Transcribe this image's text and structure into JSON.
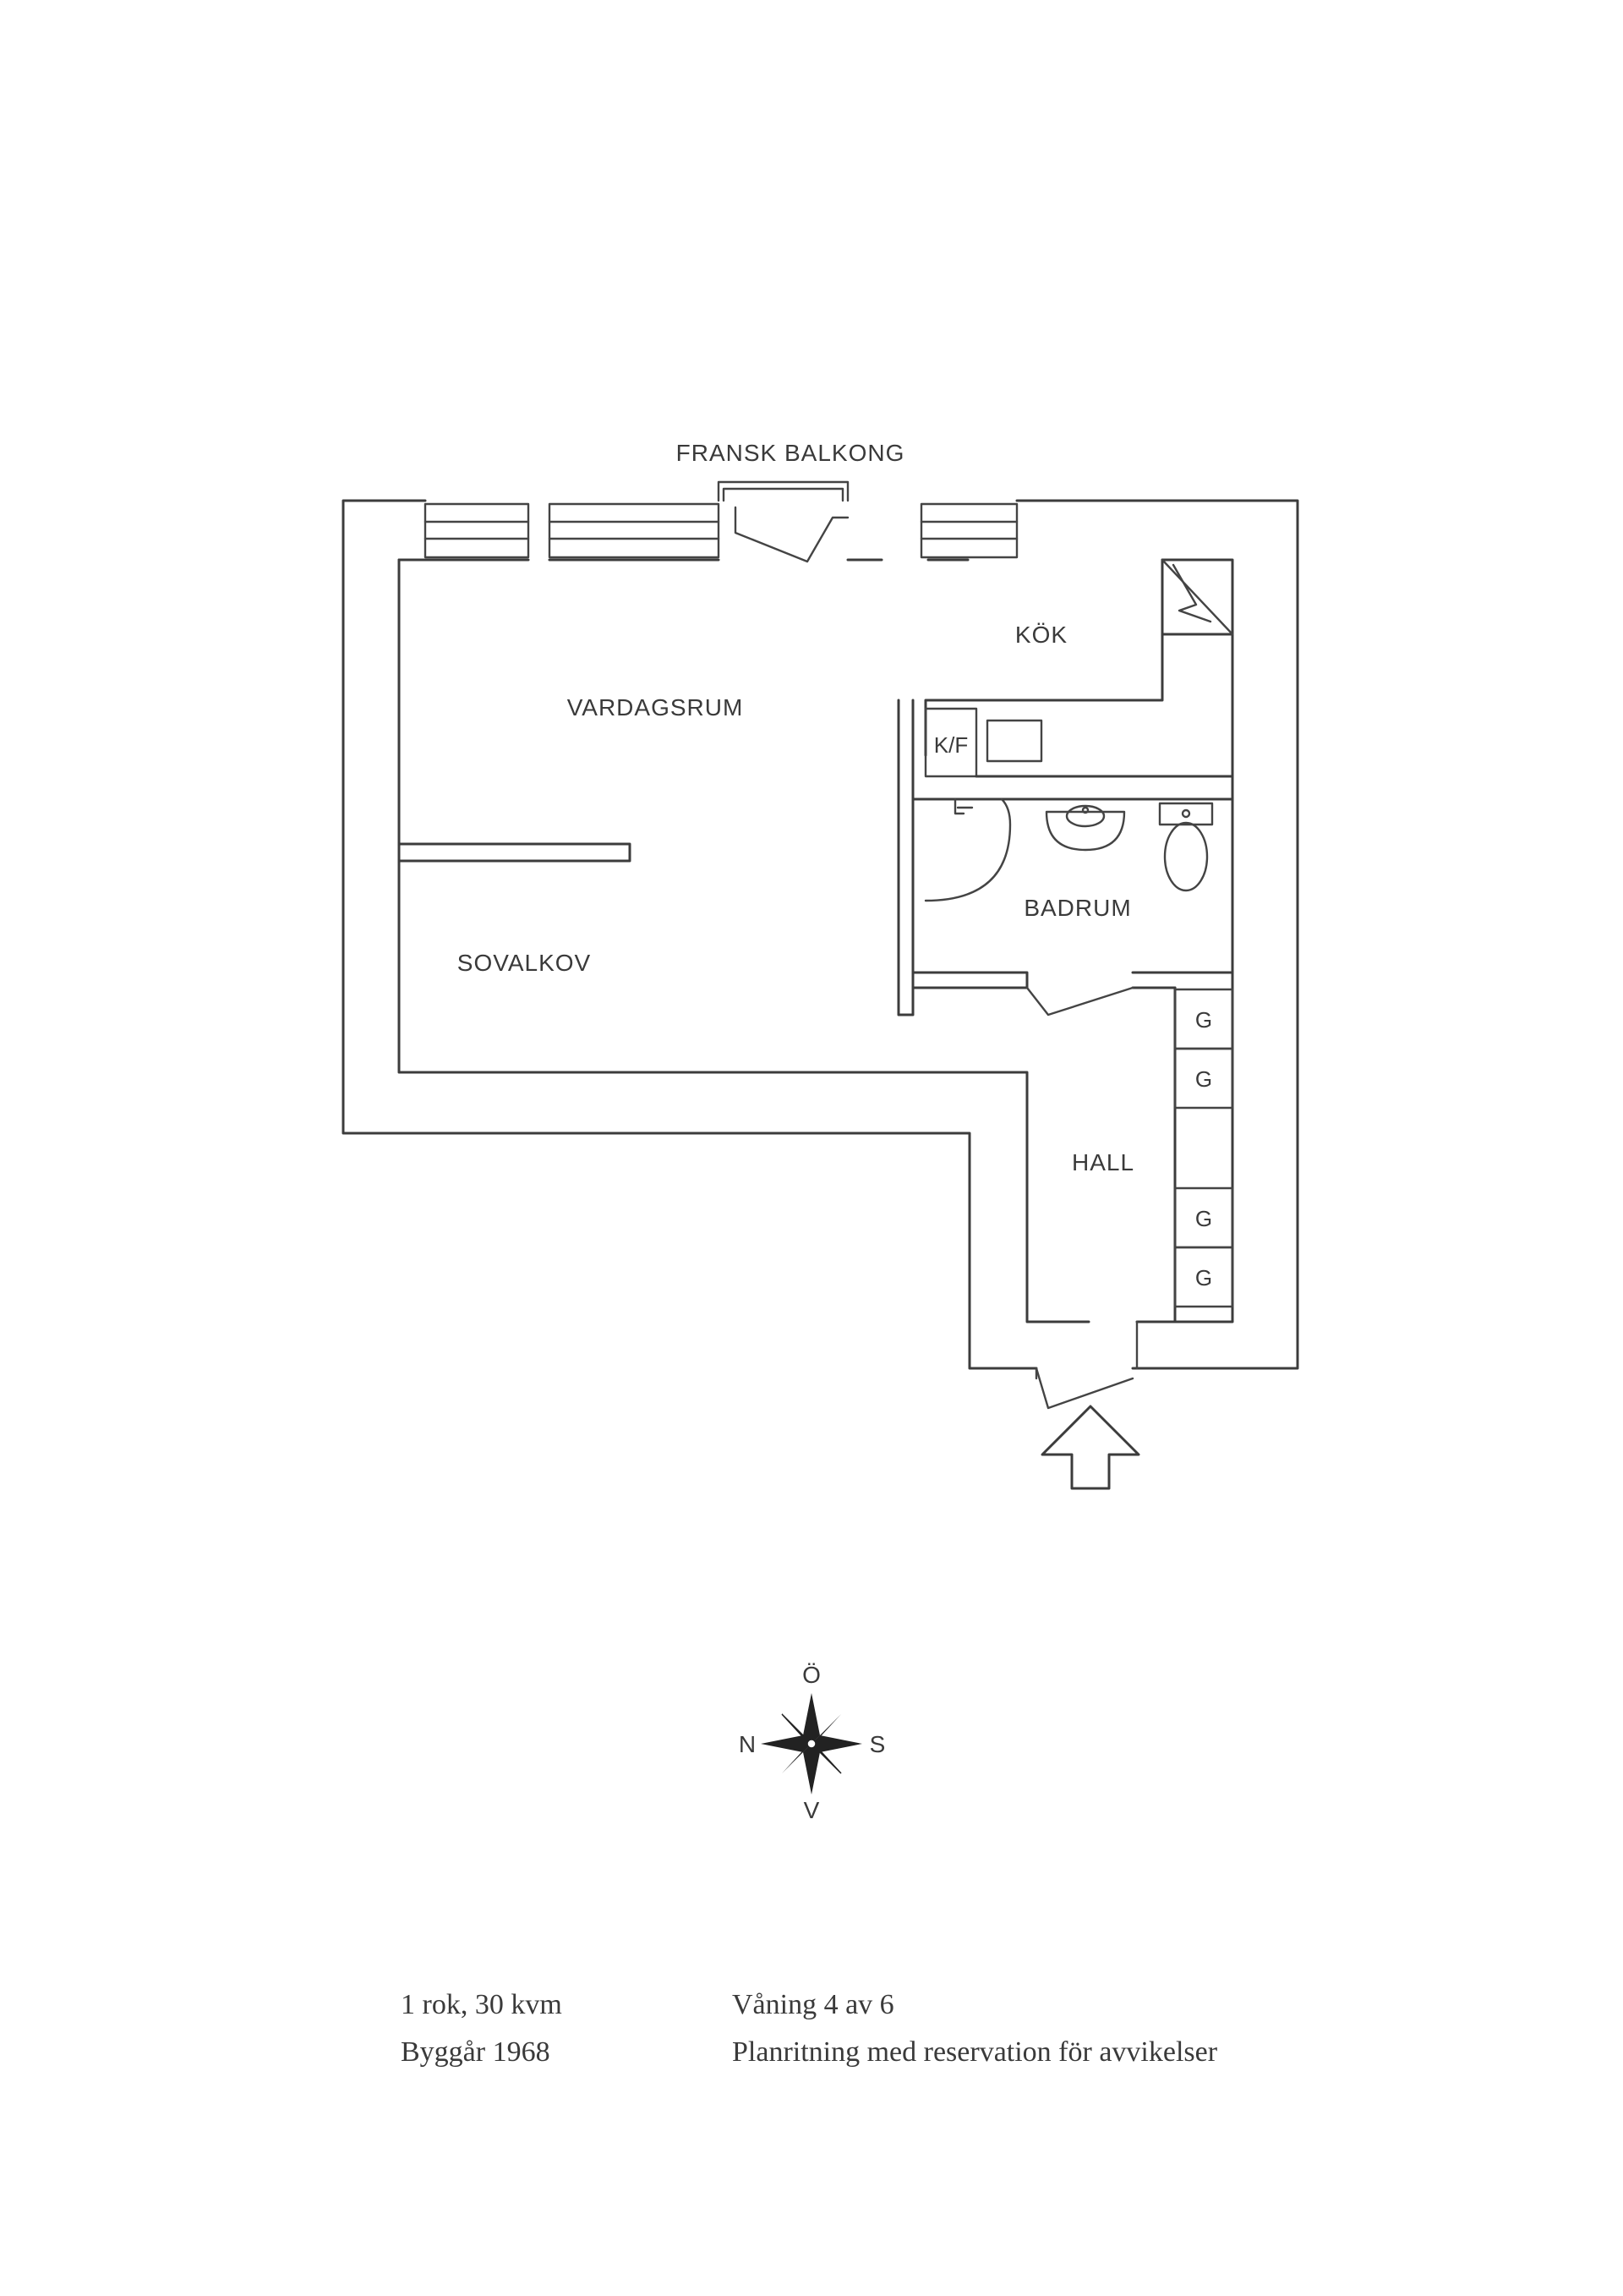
{
  "plan": {
    "balcony_label": "FRANSK BALKONG",
    "rooms": {
      "kitchen": "KÖK",
      "living_room": "VARDAGSRUM",
      "fridge_freezer": "K/F",
      "bathroom": "BADRUM",
      "sleeping_alcove": "SOVALKOV",
      "hall": "HALL"
    },
    "wardrobes": [
      "G",
      "G",
      "G",
      "G"
    ]
  },
  "compass": {
    "top": "Ö",
    "left": "N",
    "right": "S",
    "bottom": "V"
  },
  "info": {
    "rooms_area": "1 rok, 30 kvm",
    "build_year": "Byggår 1968",
    "floor": "Våning 4 av 6",
    "disclaimer": "Planritning med reservation för avvikelser"
  }
}
